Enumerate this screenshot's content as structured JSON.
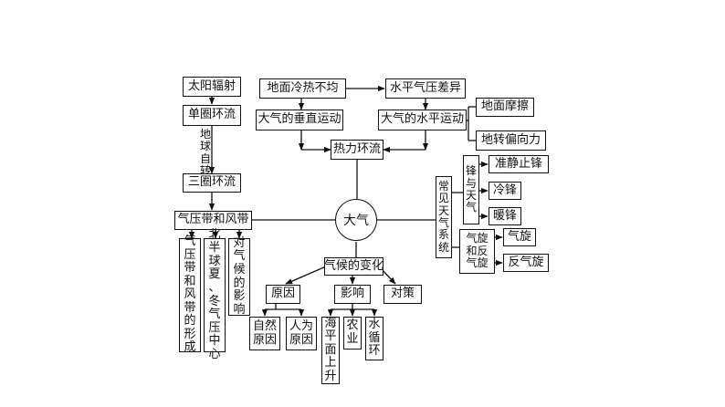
{
  "center": "大气",
  "circulation": {
    "solar": "太阳辐射",
    "single_cell": "单圈环流",
    "earth_rotation": "地球自转",
    "three_cell": "三圈环流",
    "pressure_wind_belts": "气压带和风带",
    "sub_items": [
      "气压带和风带的形成",
      "北半球夏、冬气压中心",
      "对气候的影响"
    ]
  },
  "thermal": {
    "uneven_heating": "地面冷热不均",
    "pressure_diff": "水平气压差异",
    "vertical": "大气的垂直运动",
    "horizontal": "大气的水平运动",
    "friction": "地面摩擦",
    "deflection": "地转偏向力",
    "thermal_circulation": "热力环流"
  },
  "weather": {
    "systems": "常见天气系统",
    "fronts": "锋与天气",
    "cyclones": "气旋和反气旋",
    "quasi_stationary": "准静止锋",
    "cold": "冷锋",
    "warm": "暖锋",
    "cyclone": "气旋",
    "anticyclone": "反气旋"
  },
  "climate": {
    "change": "气候的变化",
    "causes": "原因",
    "effects": "影响",
    "measures": "对策",
    "natural": "自然原因",
    "human": "人为原因",
    "sea_level": "海平面上升",
    "agriculture": "农业",
    "water_cycle": "水循环"
  }
}
